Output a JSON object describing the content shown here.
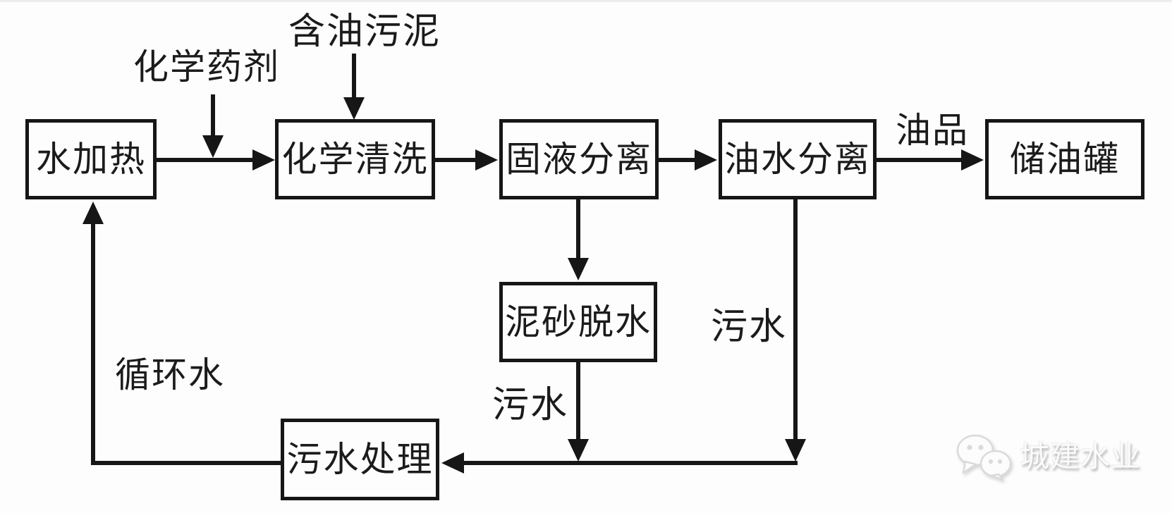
{
  "diagram": {
    "title_hint": "oily-sludge chemical washing process flow",
    "colors": {
      "line": "#161616",
      "box_border": "#161616",
      "background": "#fdfdfd",
      "text": "#1b1b1b"
    },
    "nodes": {
      "water_heating": {
        "label": "水加热"
      },
      "chemical_cleaning": {
        "label": "化学清洗"
      },
      "solid_liquid_separation": {
        "label": "固液分离"
      },
      "oil_water_separation": {
        "label": "油水分离"
      },
      "oil_storage_tank": {
        "label": "储油罐"
      },
      "sand_dewatering": {
        "label": "泥砂脱水"
      },
      "sewage_treatment": {
        "label": "污水处理"
      }
    },
    "edge_labels": {
      "chemical_agent": "化学药剂",
      "oily_sludge": "含油污泥",
      "oil_product": "油品",
      "sewage_from_oil_water": "污水",
      "sewage_from_sand_dewatering": "污水",
      "circulating_water": "循环水"
    },
    "edges": [
      {
        "from": "水加热",
        "to": "化学清洗",
        "label": ""
      },
      {
        "from": "化学药剂",
        "to": "水加热→化学清洗 流程线",
        "label": ""
      },
      {
        "from": "含油污泥",
        "to": "化学清洗",
        "label": ""
      },
      {
        "from": "化学清洗",
        "to": "固液分离",
        "label": ""
      },
      {
        "from": "固液分离",
        "to": "油水分离",
        "label": ""
      },
      {
        "from": "油水分离",
        "to": "储油罐",
        "label": "油品"
      },
      {
        "from": "固液分离",
        "to": "泥砂脱水",
        "label": ""
      },
      {
        "from": "泥砂脱水",
        "to": "污水处理",
        "label": "污水"
      },
      {
        "from": "油水分离",
        "to": "污水处理",
        "label": "污水"
      },
      {
        "from": "污水处理",
        "to": "水加热",
        "label": "循环水"
      }
    ]
  },
  "watermark": {
    "icon": "wechat-icon",
    "text": "城建水业"
  }
}
